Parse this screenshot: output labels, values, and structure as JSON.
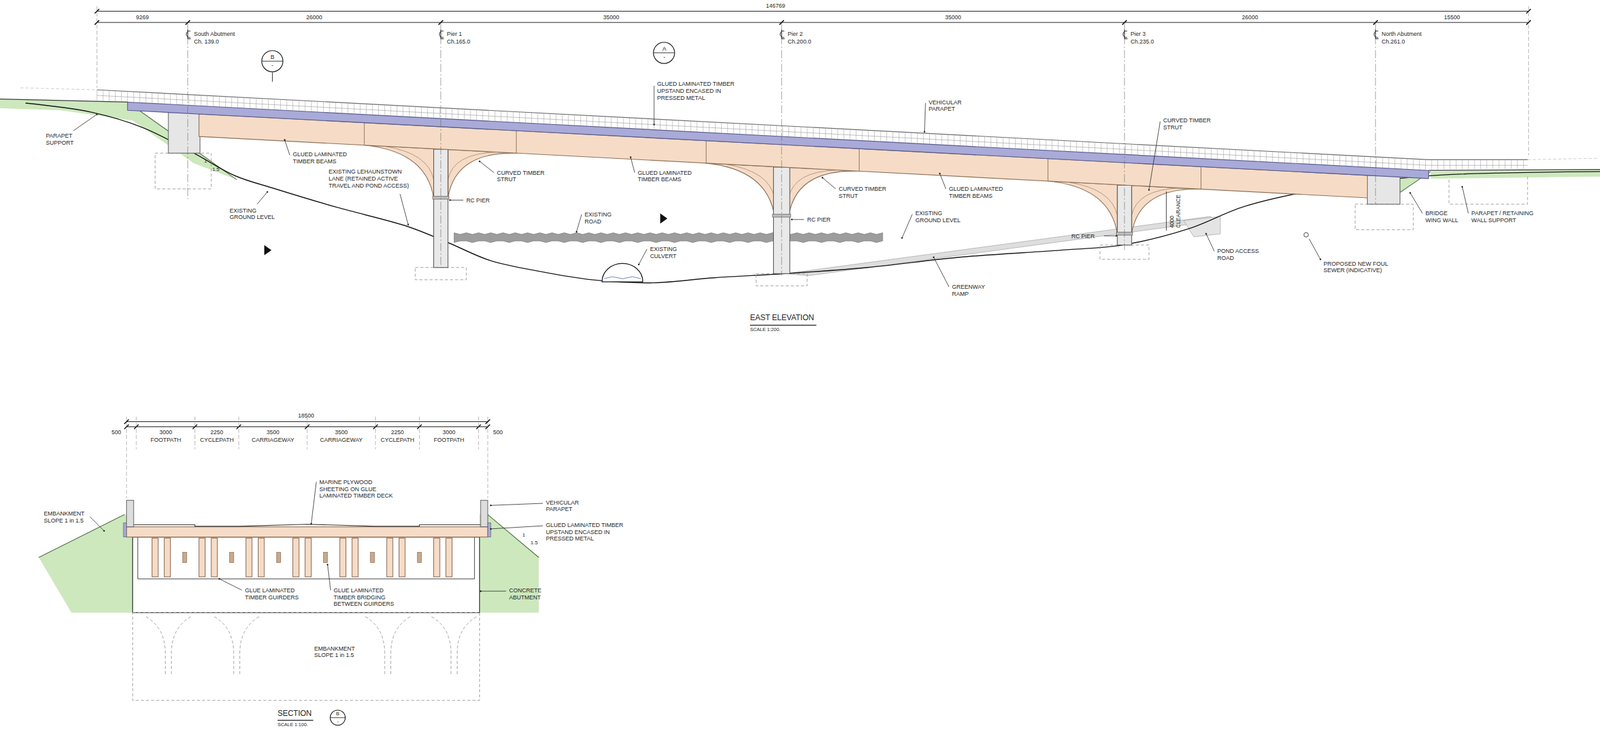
{
  "diagram": {
    "nodes": [
      {
        "text": [
          "B",
          "-"
        ]
      },
      {
        "text": [
          "A",
          "-"
        ]
      },
      {
        "text": [
          "B",
          "-"
        ]
      }
    ],
    "labels": [
      "146769",
      "9269",
      "26000",
      "35000",
      "35000",
      "26000",
      "15500",
      "South Abutment",
      "Ch. 139.0",
      "Pier 1",
      "Ch.165.0",
      "Pier 2",
      "Ch.200.0",
      "Pier 3",
      "Ch.235.0",
      "North Abutment",
      "Ch.261.0",
      "GLUED LAMINATED TIMBER UPSTAND ENCASED IN PRESSED METAL",
      "VEHICULAR PARAPET",
      "CURVED TIMBER STRUT",
      "PARAPET SUPPORT",
      "1",
      "1.5",
      "GLUED LAMINATED TIMBER BEAMS",
      "CURVED TIMBER STRUT",
      "GLUED LAMINATED TIMBER BEAMS",
      "CURVED TIMBER STRUT",
      "GLUED LAMINATED TIMBER BEAMS",
      "EXISTING LEHAUNSTOWN LANE (RETAINED ACTIVE TRAVEL AND POND ACCESS)",
      "EXISTING GROUND LEVEL",
      "RC PIER",
      "EXISTING ROAD",
      "RC PIER",
      "EXISTING GROUND LEVEL",
      "RC PIER",
      "4000 CLEARANCE",
      "EXISTING CULVERT",
      "POND ACCESS ROAD",
      "BRIDGE WING WALL",
      "PARAPET / RETAINING WALL SUPPORT",
      "PROPOSED NEW FOUL SEWER (INDICATIVE)",
      "GREENWAY RAMP",
      "EAST ELEVATION",
      "SCALE 1:200.",
      "18500",
      "500",
      "3000",
      "2250",
      "3500",
      "3500",
      "2250",
      "3000",
      "500",
      "FOOTPATH",
      "CYCLEPATH",
      "CARRIAGEWAY",
      "CARRIAGEWAY",
      "CYCLEPATH",
      "FOOTPATH",
      "EMBANKMENT SLOPE 1 in 1.5",
      "MARINE PLYWOOD SHEETING ON GLUE LAMINATED TIMBER DECK",
      "VEHICULAR PARAPET",
      "GLUED LAMINATED TIMBER UPSTAND ENCASED IN PRESSED METAL",
      "1",
      "1.5",
      "GLUE LAMINATED TIMBER GUIRDERS",
      "GLUE LAMINATED TIMBER BRIDGING BETWEEN GUIRDERS",
      "CONCRETE ABUTMENT",
      "EMBANKMENT SLOPE 1 in 1.5",
      "SECTION",
      "SCALE 1:100."
    ]
  }
}
